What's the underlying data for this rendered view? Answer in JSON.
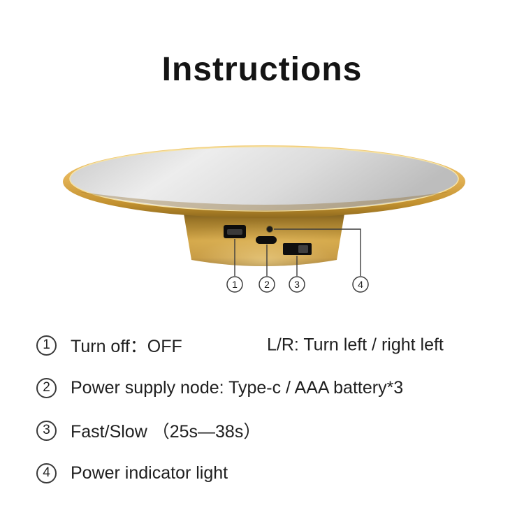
{
  "page": {
    "title": "Instructions"
  },
  "colors": {
    "gold_accent": "#d7a948",
    "gold_dark": "#8f6a25",
    "mirror_silver": "#dedede",
    "text": "#1f1f1f"
  },
  "diagram": {
    "description": "gold-rotating-display-turntable-rear-view",
    "callouts": [
      {
        "label": "1",
        "target": "mini-usb-port"
      },
      {
        "label": "2",
        "target": "type-c-port"
      },
      {
        "label": "3",
        "target": "speed-switch"
      },
      {
        "label": "4",
        "target": "power-indicator-hole"
      }
    ]
  },
  "instructions": {
    "items": [
      {
        "num": "1",
        "text": "Turn off：OFF",
        "extra": "L/R: Turn left / right left"
      },
      {
        "num": "2",
        "text": "Power supply node: Type-c / AAA battery*3"
      },
      {
        "num": "3",
        "text": "Fast/Slow （25s—38s）"
      },
      {
        "num": "4",
        "text": "Power indicator light"
      }
    ]
  }
}
